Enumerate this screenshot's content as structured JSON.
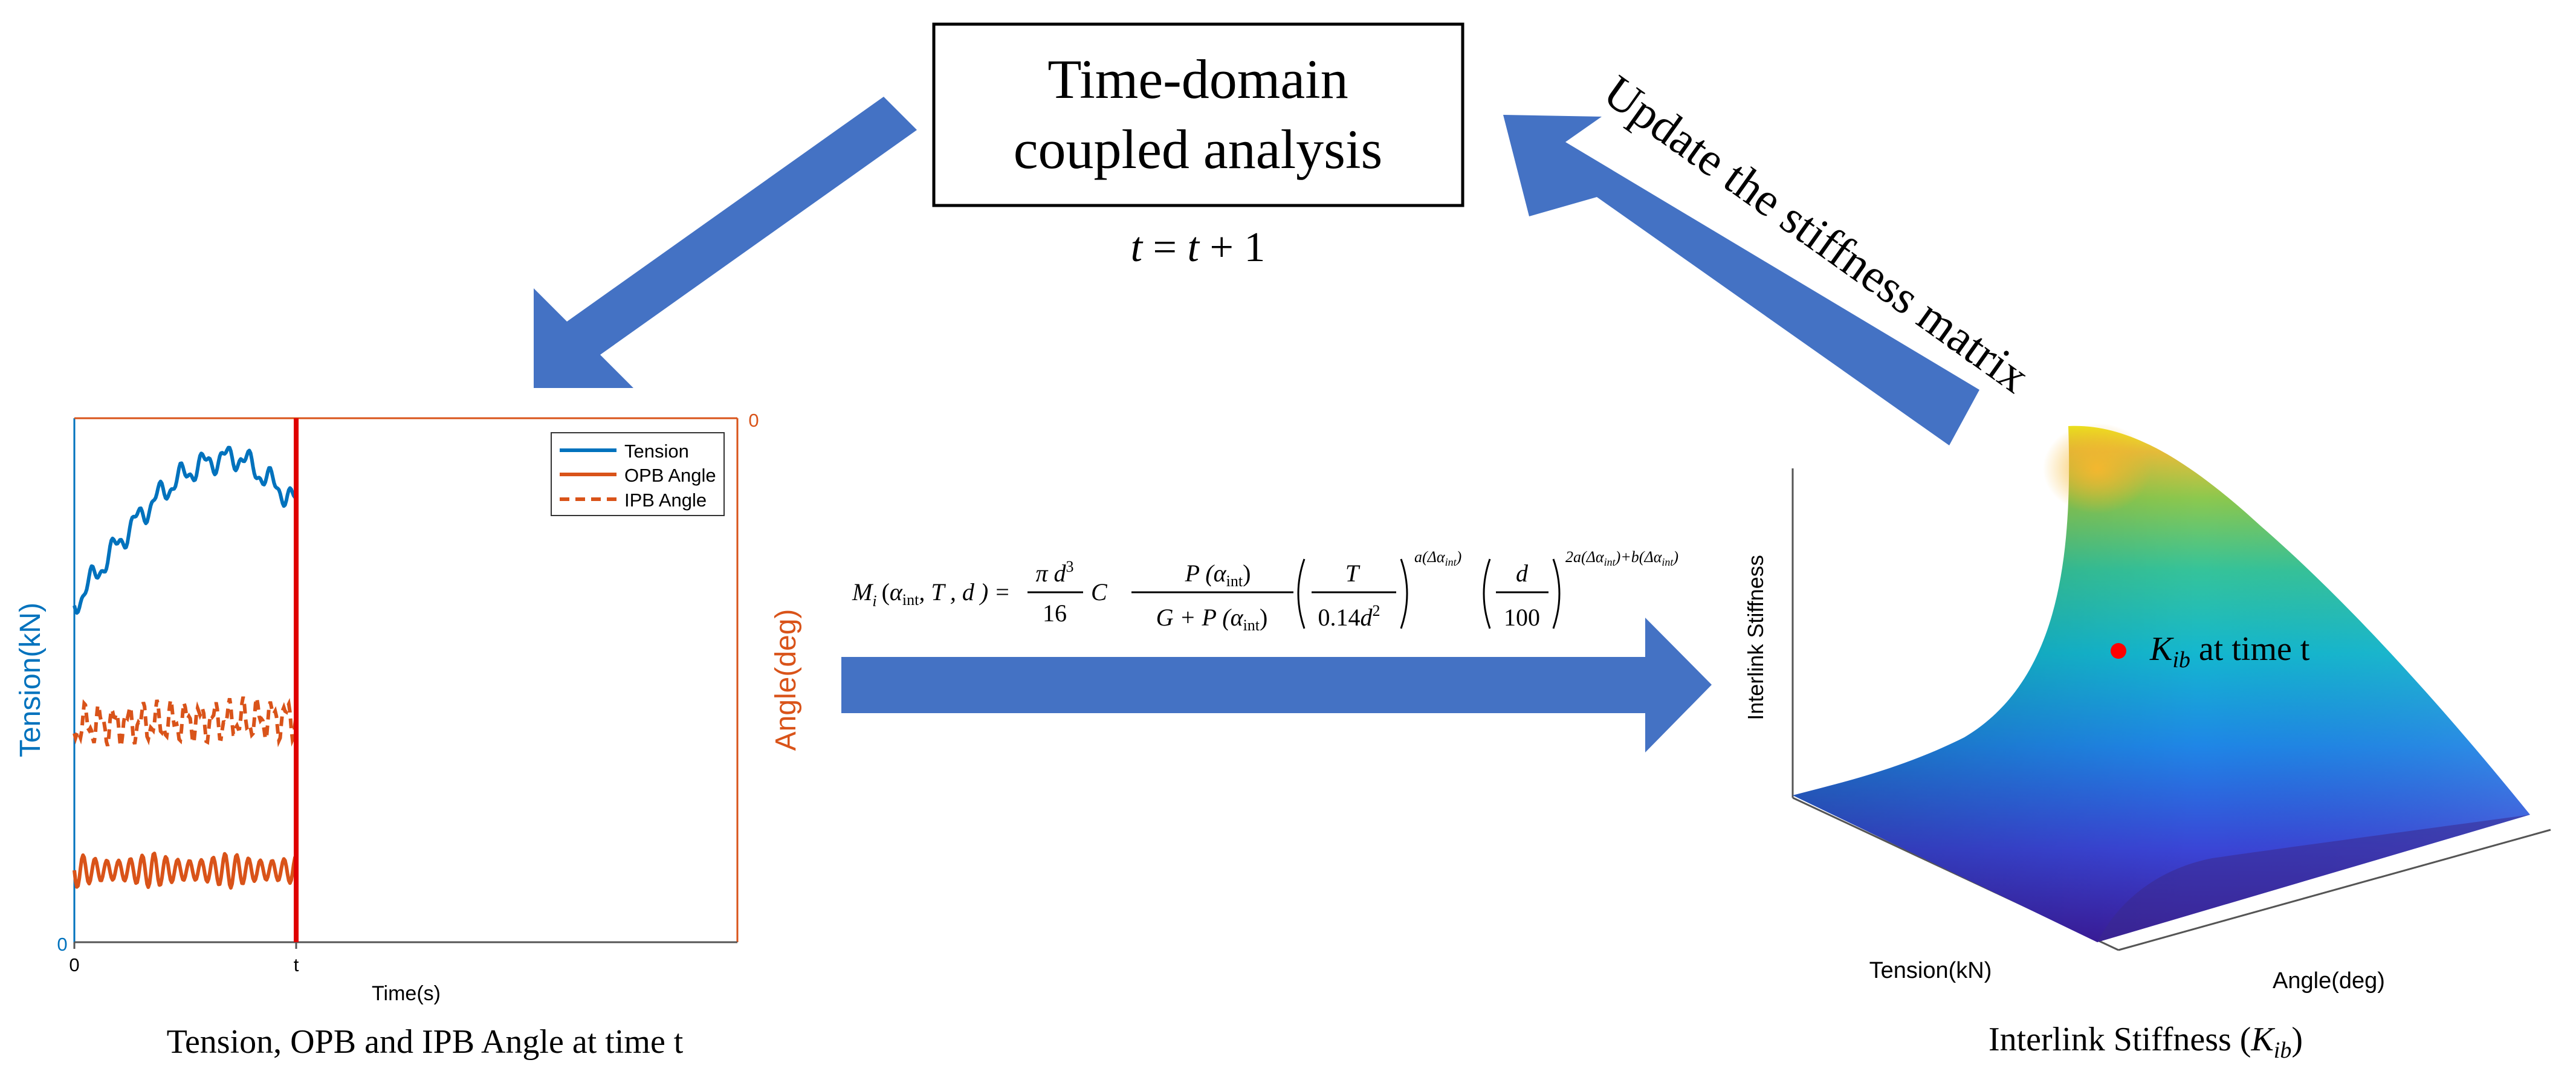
{
  "top_box": {
    "line1": "Time-domain",
    "line2": "coupled analysis",
    "step": "t = t + 1",
    "step_parts": {
      "t1": "t",
      "eq": " = ",
      "t2": "t",
      "plus": " + 1"
    }
  },
  "update_label": "Update the stiffness matrix",
  "left_chart": {
    "caption": "Tension, OPB and IPB Angle at time t",
    "ylabel_left": "Tension(kN)",
    "ylabel_right": "Angle(deg)",
    "xlabel": "Time(s)",
    "tick_x0": "0",
    "tick_xt": "t",
    "tick_y_left": "0",
    "tick_y_right": "0",
    "legend": [
      {
        "label": "Tension",
        "color": "#0072BD",
        "style": "solid"
      },
      {
        "label": "OPB Angle",
        "color": "#D95319",
        "style": "solid"
      },
      {
        "label": "IPB Angle",
        "color": "#D95319",
        "style": "dashed"
      }
    ],
    "time_marker_color": "#E00000"
  },
  "formula": {
    "text": "M_i(α_int, T, d) = (π d^3 / 16) · C · P(α_int) / (G + P(α_int)) · (T / (0.14 d^2))^(a(Δα_int)) · (d / 100)^(2a(Δα_int) + b(Δα_int))",
    "lhs_M": "M",
    "lhs_i": "i",
    "lhs_args_open": "(",
    "alpha": "α",
    "int_sub": "int",
    "lhs_rest": ", T , d )",
    "equals": "=",
    "pi_d": "π d",
    "cube": "3",
    "sixteen": "16",
    "C": "C",
    "P_open": "P (",
    "P_close": ")",
    "G_plus": "G + P (",
    "T": "T",
    "coef": "0.14",
    "d": "d",
    "square": "2",
    "hundred": "100",
    "exp1": "a(Δα",
    "exp1_close": ")",
    "exp2": "2a(Δα",
    "exp2_mid": ")+b(Δα",
    "exp2_close": ")"
  },
  "right_chart": {
    "caption_prefix": "Interlink Stiffness (",
    "caption_K": "K",
    "caption_sub": "ib",
    "caption_suffix": ")",
    "zlabel": "Interlink Stiffness",
    "xlabel": "Tension(kN)",
    "ylabel": "Angle(deg)",
    "point_label_K": "K",
    "point_label_sub": "ib",
    "point_label_rest": " at time t",
    "point_color": "#FF0000",
    "colormap": [
      "#352A87",
      "#2D62E0",
      "#1AA6C8",
      "#2EBA9E",
      "#8FC454",
      "#F6C33B",
      "#F9FB0E"
    ]
  },
  "arrow_color": "#4472C4"
}
